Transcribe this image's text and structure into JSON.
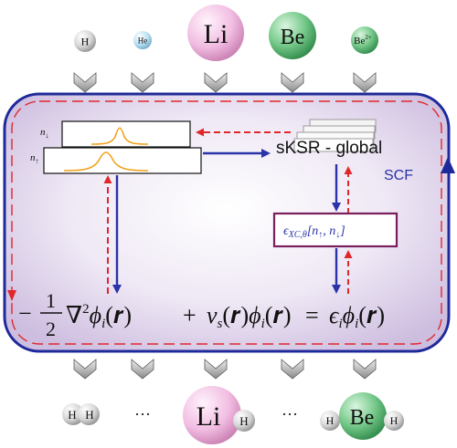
{
  "diagram": {
    "input_atoms": [
      {
        "label": "H",
        "superscript": "",
        "color": "#cfcfcf"
      },
      {
        "label": "He",
        "superscript": "",
        "color": "#bfe3f5"
      },
      {
        "label": "Li",
        "superscript": "",
        "color": "#f3c4e6"
      },
      {
        "label": "Be",
        "superscript": "",
        "color": "#7fcf92"
      },
      {
        "label": "Be",
        "superscript": "2+",
        "color": "#7fcf92"
      }
    ],
    "density_labels": {
      "spin_down": "n",
      "spin_down_sub": "↓",
      "spin_up": "n",
      "spin_up_sub": "↑"
    },
    "sksr": {
      "label": "sKSR - global"
    },
    "scf": {
      "label": "SCF"
    },
    "xc": {
      "eps": "ϵ",
      "sub": "XC,θ",
      "args": "[n",
      "arg1_sub": "↑",
      "comma": ", n",
      "arg2_sub": "↓",
      "close": "]"
    },
    "equation": {
      "minus": "−",
      "half_num": "1",
      "half_den": "2",
      "nabla": "∇",
      "sq": "2",
      "phi": "ϕ",
      "i": "i",
      "r": "(𝒓)",
      "plus": "+",
      "v": "v",
      "s": "s",
      "eq": "=",
      "eps": "ϵ"
    },
    "output_molecules": {
      "h2": [
        "H",
        "H"
      ],
      "dots1": "···",
      "lih": [
        "Li",
        "H"
      ],
      "dots2": "···",
      "beh2": [
        "H",
        "Be",
        "H"
      ]
    },
    "colors": {
      "frame_blue": "#1f2a9a",
      "dash_red": "#e0282b",
      "arrow_blue": "#2a33a8",
      "xc_border": "#7a1f5e",
      "gaussian": "#f2a11a",
      "bg_purple": "#e6dcef"
    }
  }
}
